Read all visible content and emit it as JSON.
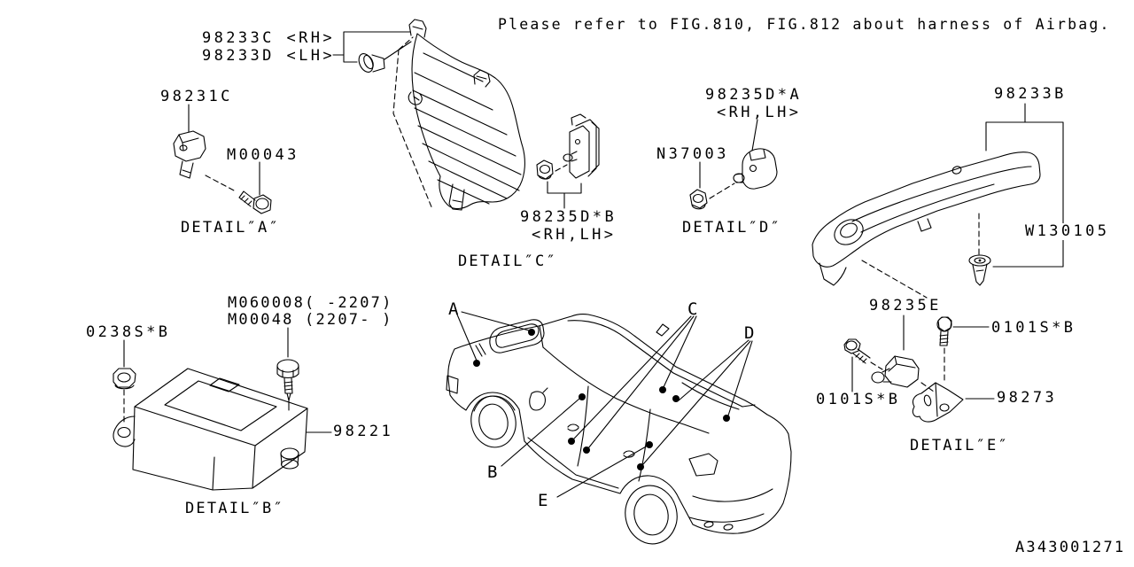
{
  "title_note": "Please refer to FIG.810, FIG.812 about harness of Airbag.",
  "diagram_id": "A343001271",
  "parts": {
    "p98233C": "98233C <RH>",
    "p98233D": "98233D <LH>",
    "p98231C": "98231C",
    "pM00043": "M00043",
    "p98235DB": "98235D*B",
    "p98235DB_side": "<RH,LH>",
    "p98235DA": "98235D*A",
    "p98235DA_side": "<RH,LH>",
    "pN37003": "N37003",
    "p98233B": "98233B",
    "pW130105": "W130105",
    "p98235E": "98235E",
    "p0101SB_right": "0101S*B",
    "p0101SB_left": "0101S*B",
    "p98273": "98273",
    "p0238SB": "0238S*B",
    "pM060008": "M060008( -2207)",
    "pM00048": "M00048 (2207- )",
    "p98221": "98221"
  },
  "details": {
    "a": "DETAIL″A″",
    "b": "DETAIL″B″",
    "c": "DETAIL″C″",
    "d": "DETAIL″D″",
    "e": "DETAIL″E″"
  },
  "car_markers": {
    "a": "A",
    "b": "B",
    "c": "C",
    "d": "D",
    "e": "E"
  }
}
